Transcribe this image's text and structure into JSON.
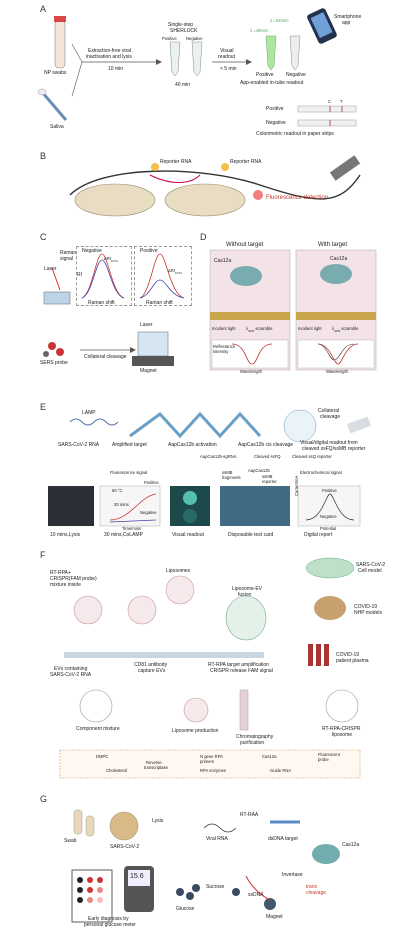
{
  "panels": {
    "A": {
      "label": "A",
      "np_swabs": "NP swabs",
      "saliva": "Saliva",
      "step1": "Extraction-free viral",
      "step1b": "inactivation and lysis",
      "time1": "10 min",
      "step2": "Single-step",
      "step2b": "SHERLOCK",
      "pos": "Positive",
      "neg": "Negative",
      "time2": "40 min",
      "visual": "Visual",
      "readout": "readout",
      "time3": "< 5 min",
      "lambda1": "λ =520nm",
      "lambda2": "λ =495nm",
      "smartphone": "Smartphone",
      "app": "app",
      "pos2": "Positive",
      "neg2": "Negative",
      "app_readout": "App-enabled in-tube readout",
      "c": "C",
      "tline": "T",
      "strip_pos": "Positive",
      "strip_neg": "Negative",
      "colorimetric": "Colorimetric readout in paper strips"
    },
    "B": {
      "label": "B",
      "reporter1": "Reporter RNA",
      "reporter2": "Reporter RNA",
      "fluor": "Fluorescence detection"
    },
    "C": {
      "label": "C",
      "raman": "Raman",
      "signal": "signal",
      "laser": "Laser",
      "negative": "Negative",
      "positive": "Positive",
      "ri": "RI",
      "dri1": "ΔRI",
      "dri1sub": "1074",
      "dri2": "ΔRI",
      "dri2sub": "1074",
      "ramanshift1": "Raman shift",
      "ramanshift2": "Raman shift",
      "sers": "SERS probe",
      "collateral": "Collateral cleavage",
      "laser2": "Laser",
      "magnet": "Magnet"
    },
    "D": {
      "label": "D",
      "without": "Without target",
      "with": "With target",
      "cas1": "Cas12a",
      "cas2": "Cas12a",
      "incident1": "Incident light",
      "scramble1": "λ",
      "scramble1b": "SPR",
      "scramble1c": " scramble",
      "incident2": "Incident light",
      "scramble2c": " scramble",
      "refl": "Reflectance",
      "refl2": "intensity",
      "wl1": "Wavelength",
      "wl2": "Wavelength"
    },
    "E": {
      "label": "E",
      "lamp": "LAMP",
      "sars": "SARS-CoV-2 RNA",
      "amplified": "Amplified target",
      "activation": "AapCas12b activation",
      "cis": "AapCas12b cis cleavage",
      "collateral": "Collateral",
      "cleavage": "cleavage",
      "visual": "Visual/digital readout from",
      "visual2": "cleaved ssFQ/ssMB reporter",
      "leg1": "AapCas12b-sgRNA",
      "leg2": "Cleaved ssFQ",
      "leg3": "Cleaved ssQ reporter",
      "fluor": "Fluorescence signal",
      "temp": "60 °C",
      "time": "30 mins",
      "positive": "Positive",
      "negative": "Negative",
      "timeaxis": "Time/mins",
      "ssmb": "ssMB",
      "fragments": "fragments",
      "aap": "AapCas12b",
      "ssmb2": "ssMB",
      "reporter": "reporter",
      "echem": "Electrochemical signal",
      "pos2": "Positive",
      "neg2": "Negative",
      "current": "Current/nA",
      "potential": "Potential",
      "cap1": "10 mins,Lysis",
      "cap2": "30 mins,CoLAMP",
      "cap3": "Visual readout",
      "cap4": "Disposable test card",
      "cap5": "Digital report"
    },
    "F": {
      "label": "F",
      "rtrpa1": "RT-RPA+",
      "rtrpa2": "CRISPR(FAM probe)",
      "rtrpa3": "mixture inside",
      "liposomes": "Liposomes",
      "fusion1": "Liposome-EV",
      "fusion2": "fusion",
      "sars_cell1": "SARS-CoV-2",
      "sars_cell2": "Cell model",
      "covid_nhp1": "COVID-19",
      "covid_nhp2": "NHP models",
      "covid_pl1": "COVID-19",
      "covid_pl2": "patient plasma",
      "evs1": "EVs containing",
      "evs2": "SARS-CoV-2 RNA",
      "cd81a": "CD81 antibody",
      "cd81b": "capture EVs",
      "rt1": "RT-RPA target amplification",
      "rt2": "CRISPR release FAM signal",
      "component": "Component mixture",
      "lipoprod": "Liposome production",
      "chrom1": "Chromatography",
      "chrom2": "purification",
      "rtcrispr1": "RT-RPA-CRISPR",
      "rtcrispr2": "liposome",
      "dmpc": "DMPC",
      "chol": "Cholesterol",
      "rev1": "Reverse",
      "rev2": "transcriptase",
      "ngene1": "N gene RPA",
      "ngene2": "primers",
      "rpa": "RPA enzymes",
      "cas12a": "Cas12a",
      "guide": "Guide RNA",
      "fprobe1": "Fluorescent",
      "fprobe2": "probe"
    },
    "G": {
      "label": "G",
      "swab": "Swab",
      "sars": "SARS-CoV-2",
      "lysis": "Lysis",
      "rtraa": "RT-RAA",
      "viral": "Viral RNA",
      "dsdna": "dsDNA target",
      "cas12a": "Cas12a",
      "invertase": "Invertase",
      "trans1": "trans",
      "trans2": "cleavage",
      "sucrose": "Sucrose",
      "ssdna": "ssDNA",
      "glucose": "Glucose",
      "magnet": "Magnet",
      "meter": "15.6",
      "early1": "Early diagnosis by",
      "early2": "personal glucose meter"
    }
  },
  "colors": {
    "accent_red": "#c0392b",
    "mauve": "#d9a0a8",
    "green_fluor": "#7ac27a",
    "teal": "#5fa3a3"
  }
}
